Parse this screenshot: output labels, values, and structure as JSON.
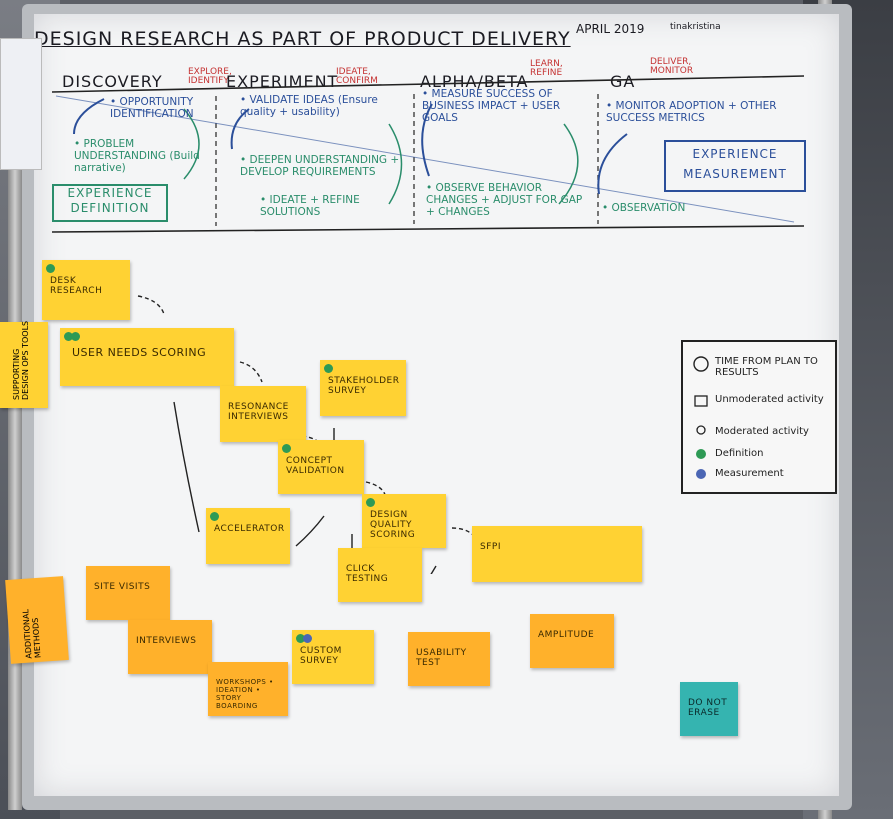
{
  "header": {
    "title": "DESIGN RESEARCH AS PART OF PRODUCT DELIVERY",
    "date": "APRIL 2019",
    "author": "tinakristina"
  },
  "phases": [
    {
      "name": "DISCOVERY",
      "tag": "EXPLORE, IDENTIFY"
    },
    {
      "name": "EXPERIMENT",
      "tag": "IDEATE, CONFIRM"
    },
    {
      "name": "ALPHA/BETA",
      "tag": "LEARN, REFINE"
    },
    {
      "name": "GA",
      "tag": "DELIVER, MONITOR"
    }
  ],
  "phase_notes": {
    "discovery_1": "• OPPORTUNITY IDENTIFICATION",
    "discovery_2": "• PROBLEM UNDERSTANDING (Build narrative)",
    "experiment_1": "• VALIDATE IDEAS (Ensure quality + usability)",
    "experiment_2": "• DEEPEN UNDERSTANDING + DEVELOP REQUIREMENTS",
    "experiment_3": "• IDEATE + REFINE SOLUTIONS",
    "alpha_1": "• MEASURE SUCCESS OF BUSINESS IMPACT + USER GOALS",
    "alpha_2": "• OBSERVE BEHAVIOR CHANGES + ADJUST FOR GAP + CHANGES",
    "ga_1": "• MONITOR ADOPTION + OTHER SUCCESS METRICS",
    "ga_2": "• OBSERVATION"
  },
  "boxes": {
    "definition": "EXPERIENCE DEFINITION",
    "measurement": "EXPERIENCE MEASUREMENT"
  },
  "stickies": [
    {
      "label": "DESK RESEARCH"
    },
    {
      "label": "USER NEEDS SCORING"
    },
    {
      "label": "RESONANCE INTERVIEWS"
    },
    {
      "label": "STAKEHOLDER SURVEY"
    },
    {
      "label": "CONCEPT VALIDATION"
    },
    {
      "label": "ACCELERATOR"
    },
    {
      "label": "DESIGN QUALITY SCORING"
    },
    {
      "label": "SFPI"
    },
    {
      "label": "CLICK TESTING"
    },
    {
      "label": "SITE VISITS"
    },
    {
      "label": "INTERVIEWS"
    },
    {
      "label": "WORKSHOPS • IDEATION • STORY BOARDING"
    },
    {
      "label": "CUSTOM SURVEY"
    },
    {
      "label": "USABILITY TEST"
    },
    {
      "label": "AMPLITUDE"
    }
  ],
  "side_notes": {
    "left_top": "SUPPORTING DESIGN OPS TOOLS",
    "left_bottom": "ADDITIONAL METHODS",
    "do_not_erase": "DO NOT ERASE"
  },
  "legend": {
    "time": "TIME FROM PLAN TO RESULTS",
    "unmoderated": "Unmoderated activity",
    "moderated": "Moderated activity",
    "definition": "Definition",
    "measurement": "Measurement"
  },
  "colors": {
    "sticky_yellow": "#ffd233",
    "sticky_orange": "#ffb12b",
    "definition_green": "#2e9a55",
    "measurement_blue": "#4b66b4"
  }
}
